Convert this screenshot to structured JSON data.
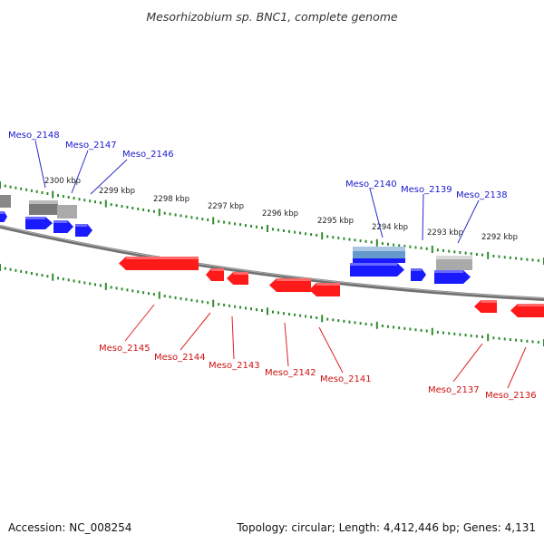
{
  "header": {
    "title": "Mesorhizobium sp. BNC1, complete genome"
  },
  "footer": {
    "accession": "Accession: NC_008254",
    "summary": "Topology: circular; Length: 4,412,446 bp; Genes: 4,131"
  },
  "colors": {
    "backbone": "#777777",
    "tick": "#2e8b2e",
    "forward_gene": "#1a1aff",
    "reverse_gene": "#ff1a1a",
    "forward_label": "#1a1acc",
    "reverse_label": "#cc1111",
    "highlight_gene": "#6699cc",
    "grey_gene": "#aaaaaa"
  },
  "scale_labels": [
    "2300 kbp",
    "2299 kbp",
    "2298 kbp",
    "2297 kbp",
    "2296 kbp",
    "2295 kbp",
    "2294 kbp",
    "2293 kbp",
    "2292 kbp"
  ],
  "forward_labels": [
    "Meso_2148",
    "Meso_2147",
    "Meso_2146",
    "Meso_2140",
    "Meso_2139",
    "Meso_2138"
  ],
  "reverse_labels": [
    "Meso_2145",
    "Meso_2144",
    "Meso_2143",
    "Meso_2142",
    "Meso_2141",
    "Meso_2137",
    "Meso_2136"
  ]
}
